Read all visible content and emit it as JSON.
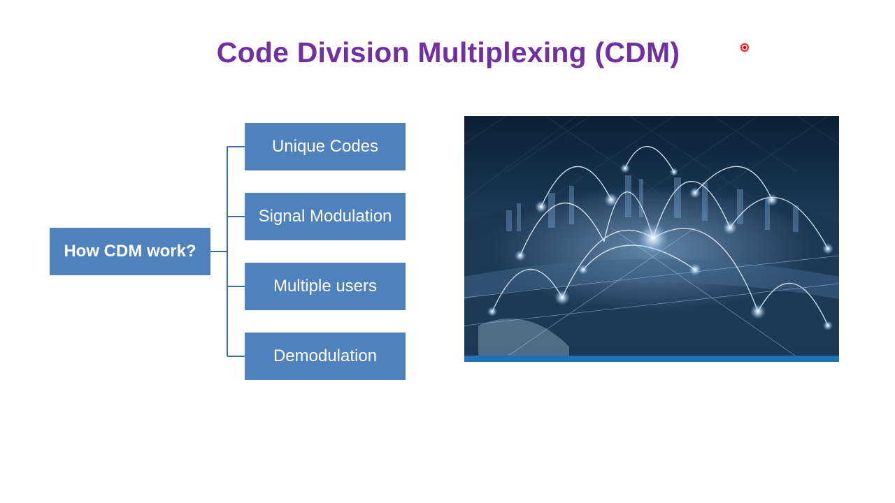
{
  "slide": {
    "title": "Code Division Multiplexing (CDM)"
  },
  "diagram": {
    "root": "How CDM work?",
    "children": [
      "Unique Codes",
      "Signal Modulation",
      "Multiple users",
      "Demodulation"
    ]
  },
  "colors": {
    "title": "#7030a0",
    "box_fill": "#4f81bd",
    "connector": "#3f6c9e",
    "box_text": "#ffffff"
  },
  "image": {
    "subject": "network-city-night-photo"
  }
}
